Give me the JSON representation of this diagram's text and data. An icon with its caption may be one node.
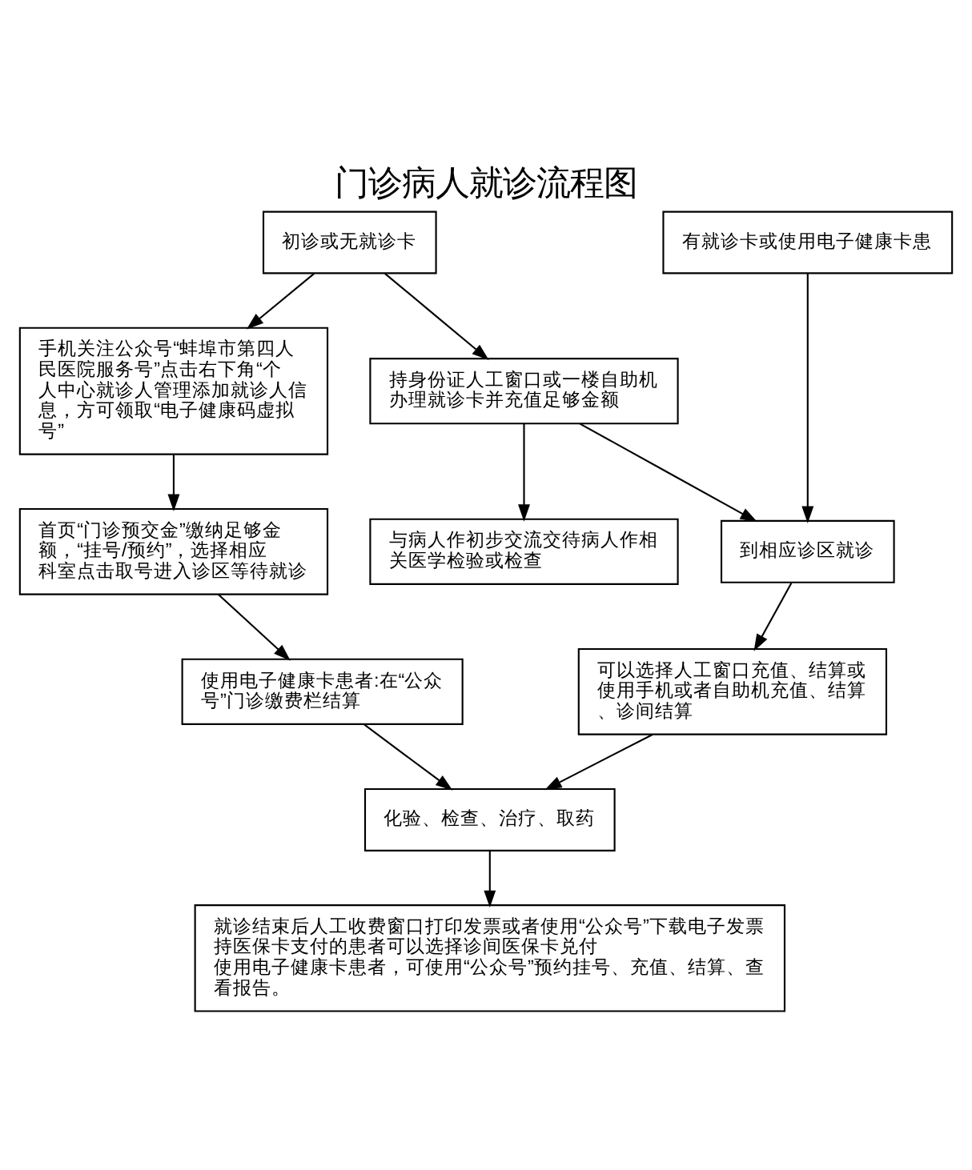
{
  "diagram": {
    "title": "门诊病人就诊流程图",
    "nodes": [
      {
        "text": [
          "初诊或无就诊卡"
        ]
      },
      {
        "text": [
          "有就诊卡或使用电子健康卡患"
        ]
      },
      {
        "text": [
          "手机关注公众号“蚌埠市第四人民医院服务号”点击右下角“个人中心就诊人管理添加就诊人信息，方可领取“电子健康码虚拟号”"
        ]
      },
      {
        "text": [
          "持身份证人工窗口或一楼自助机办理就诊卡并充值足够金额"
        ]
      },
      {
        "text": [
          "首页“门诊预交金”缴纳足够金额，“挂号/预约”，选择相应科室点击取号进入诊区等待就诊"
        ]
      },
      {
        "text": [
          "与病人作初步交流交待病人作相关医学检验或检查"
        ]
      },
      {
        "text": [
          "到相应诊区就诊"
        ]
      },
      {
        "text": [
          "使用电子健康卡患者:在“公众号”门诊缴费栏结算"
        ]
      },
      {
        "text": [
          "可以选择人工窗口充值、结算或使用手机或者自助机充值、结算、诊间结算"
        ]
      },
      {
        "text": [
          "化验、检查、治疗、取药"
        ]
      },
      {
        "text": [
          "就诊结束后人工收费窗口打印发票或者使用“公众号”下载电子发票",
          "持医保卡支付的患者可以选择诊间医保卡兑付",
          "使用电子健康卡患者，可使用“公众号”预约挂号、充值、结算、查看报告。"
        ]
      }
    ],
    "edges": [
      {
        "from": 0,
        "to": 2,
        "arrow": "to"
      },
      {
        "from": 0,
        "to": 3,
        "arrow": "to"
      },
      {
        "from": 2,
        "to": 4,
        "arrow": "to"
      },
      {
        "from": 3,
        "to": 5,
        "arrow": "to"
      },
      {
        "from": 3,
        "to": 6,
        "arrow": "to"
      },
      {
        "from": 1,
        "to": 6,
        "arrow": "to"
      },
      {
        "from": 4,
        "to": 7,
        "arrow": "to"
      },
      {
        "from": 6,
        "to": 8,
        "arrow": "to"
      },
      {
        "from": 7,
        "to": 9,
        "arrow": "to"
      },
      {
        "from": 8,
        "to": 9,
        "arrow": "to"
      },
      {
        "from": 9,
        "to": 10,
        "arrow": "to"
      }
    ]
  }
}
